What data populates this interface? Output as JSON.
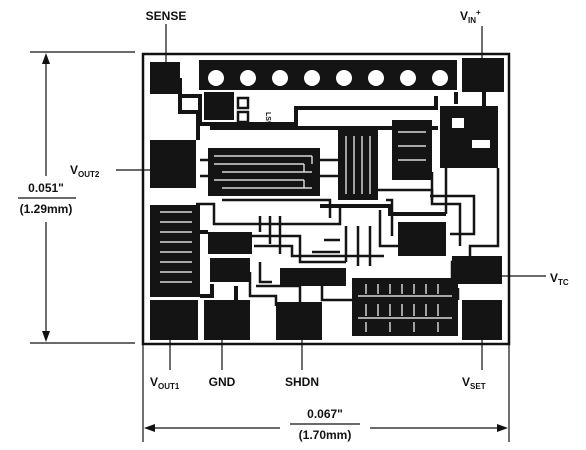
{
  "labels": {
    "sense": "SENSE",
    "vin": {
      "main": "V",
      "sub": "IN",
      "sup": "+"
    },
    "vout2": {
      "main": "V",
      "sub": "OUT2"
    },
    "vtc": {
      "main": "V",
      "sub": "TC"
    },
    "vout1": {
      "main": "V",
      "sub": "OUT1"
    },
    "gnd": "GND",
    "shdn": "SHDN",
    "vset": {
      "main": "V",
      "sub": "SET"
    }
  },
  "dimensions": {
    "height_in": "0.051\"",
    "height_mm": "(1.29mm)",
    "width_in": "0.067\"",
    "width_mm": "(1.70mm)"
  },
  "die_marking": "LS91"
}
